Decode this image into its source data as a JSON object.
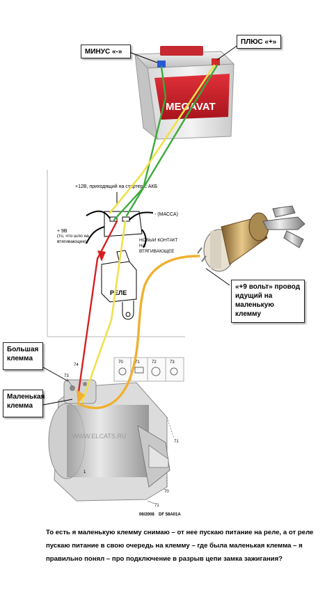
{
  "labels": {
    "minus": "МИНУС «-»",
    "plus": "ПЛЮС «+»",
    "nine_volt_wire": "«+9 вольт» провод идущий на маленькую клемму",
    "big_terminal": "Большая клемма",
    "small_terminal": "Маленькая клемма"
  },
  "battery": {
    "brand": "MEGAVAT"
  },
  "relay_diagram": {
    "top_label": "+12В, приходящий на стартер с АКБ",
    "ground_label": "- (МАССА)",
    "left_label_main": "+ 9В",
    "left_label_sub": "(то, что шло на втягивающее)",
    "new_contact_label": "НОВЫЙ КОНТАКТ НА ВТЯГИВАЮЩЕЕ",
    "relay_label": "РЕЛЕ"
  },
  "starter": {
    "watermark": "WWW.ELCATS.RU",
    "parts": [
      "74",
      "73",
      "70",
      "71",
      "72",
      "1"
    ],
    "footer": "06/2008",
    "code": "DF 58A01A"
  },
  "caption": "То есть я маленькую клемму снимаю – от нее пускаю питание на реле, а от реле пускаю питание в свою очередь на клемму – где была маленькая клемма – я правильно понял – про подключение в разрыв цепи замка зажигания?",
  "colors": {
    "green_wire": "#3caa3c",
    "yellow_wire": "#f0e04a",
    "red_wire": "#d42020",
    "orange_wire": "#f0b030",
    "battery_red": "#c8202a"
  }
}
